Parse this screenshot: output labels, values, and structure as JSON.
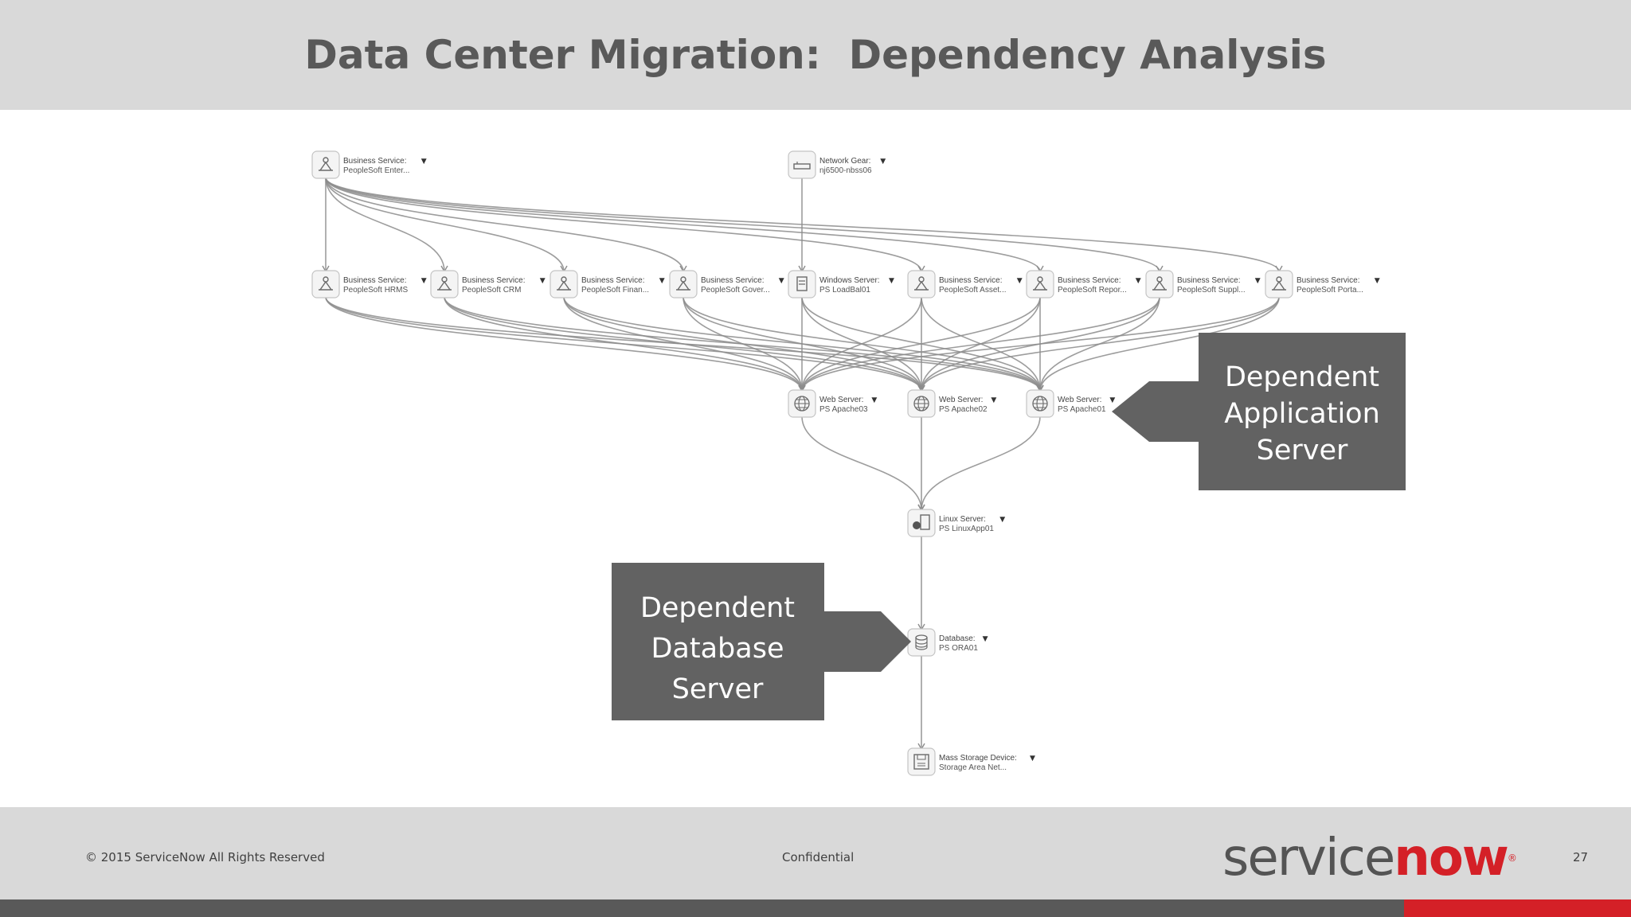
{
  "slide": {
    "title": "Data Center Migration:  Dependency Analysis",
    "page_number": "27"
  },
  "footer": {
    "copyright": "© 2015 ServiceNow All Rights Reserved",
    "confidential": "Confidential",
    "logo_part1": "service",
    "logo_part2": "now"
  },
  "colors": {
    "header_bg": "#d9d9d9",
    "title": "#595959",
    "callout_bg": "#626262",
    "brand_red": "#d42027",
    "edge": "#8c8c8c"
  },
  "nodes": [
    {
      "id": "bs-enterprise",
      "type": "business-service",
      "title": "Business Service:",
      "sub": "PeopleSoft Enter..."
    },
    {
      "id": "network-gear",
      "type": "network-gear",
      "title": "Network Gear:",
      "sub": "nj6500-nbss06"
    },
    {
      "id": "bs-hrms",
      "type": "business-service",
      "title": "Business Service:",
      "sub": "PeopleSoft HRMS"
    },
    {
      "id": "bs-crm",
      "type": "business-service",
      "title": "Business Service:",
      "sub": "PeopleSoft CRM"
    },
    {
      "id": "bs-finan",
      "type": "business-service",
      "title": "Business Service:",
      "sub": "PeopleSoft Finan..."
    },
    {
      "id": "bs-gover",
      "type": "business-service",
      "title": "Business Service:",
      "sub": "PeopleSoft Gover..."
    },
    {
      "id": "win-lb",
      "type": "windows-server",
      "title": "Windows Server:",
      "sub": "PS LoadBal01"
    },
    {
      "id": "bs-asset",
      "type": "business-service",
      "title": "Business Service:",
      "sub": "PeopleSoft Asset..."
    },
    {
      "id": "bs-repor",
      "type": "business-service",
      "title": "Business Service:",
      "sub": "PeopleSoft Repor..."
    },
    {
      "id": "bs-suppl",
      "type": "business-service",
      "title": "Business Service:",
      "sub": "PeopleSoft Suppl..."
    },
    {
      "id": "bs-porta",
      "type": "business-service",
      "title": "Business Service:",
      "sub": "PeopleSoft Porta..."
    },
    {
      "id": "web3",
      "type": "web-server",
      "title": "Web Server:",
      "sub": "PS Apache03"
    },
    {
      "id": "web2",
      "type": "web-server",
      "title": "Web Server:",
      "sub": "PS Apache02"
    },
    {
      "id": "web1",
      "type": "web-server",
      "title": "Web Server:",
      "sub": "PS Apache01"
    },
    {
      "id": "linux",
      "type": "linux-server",
      "title": "Linux Server:",
      "sub": "PS LinuxApp01"
    },
    {
      "id": "db",
      "type": "database",
      "title": "Database:",
      "sub": "PS ORA01"
    },
    {
      "id": "storage",
      "type": "mass-storage",
      "title": "Mass Storage Device:",
      "sub": "Storage Area Net..."
    }
  ],
  "edges": [
    [
      "bs-enterprise",
      "bs-hrms"
    ],
    [
      "bs-enterprise",
      "bs-crm"
    ],
    [
      "bs-enterprise",
      "bs-finan"
    ],
    [
      "bs-enterprise",
      "bs-gover"
    ],
    [
      "bs-enterprise",
      "bs-asset"
    ],
    [
      "bs-enterprise",
      "bs-repor"
    ],
    [
      "bs-enterprise",
      "bs-suppl"
    ],
    [
      "bs-enterprise",
      "bs-porta"
    ],
    [
      "network-gear",
      "win-lb"
    ],
    [
      "bs-hrms",
      "web3"
    ],
    [
      "bs-hrms",
      "web2"
    ],
    [
      "bs-hrms",
      "web1"
    ],
    [
      "bs-crm",
      "web3"
    ],
    [
      "bs-crm",
      "web2"
    ],
    [
      "bs-crm",
      "web1"
    ],
    [
      "bs-finan",
      "web3"
    ],
    [
      "bs-finan",
      "web2"
    ],
    [
      "bs-finan",
      "web1"
    ],
    [
      "bs-gover",
      "web3"
    ],
    [
      "bs-gover",
      "web2"
    ],
    [
      "bs-gover",
      "web1"
    ],
    [
      "win-lb",
      "web3"
    ],
    [
      "win-lb",
      "web2"
    ],
    [
      "win-lb",
      "web1"
    ],
    [
      "bs-asset",
      "web3"
    ],
    [
      "bs-asset",
      "web2"
    ],
    [
      "bs-asset",
      "web1"
    ],
    [
      "bs-repor",
      "web3"
    ],
    [
      "bs-repor",
      "web2"
    ],
    [
      "bs-repor",
      "web1"
    ],
    [
      "bs-suppl",
      "web3"
    ],
    [
      "bs-suppl",
      "web2"
    ],
    [
      "bs-suppl",
      "web1"
    ],
    [
      "bs-porta",
      "web3"
    ],
    [
      "bs-porta",
      "web2"
    ],
    [
      "bs-porta",
      "web1"
    ],
    [
      "web3",
      "linux"
    ],
    [
      "web2",
      "linux"
    ],
    [
      "web1",
      "linux"
    ],
    [
      "linux",
      "db"
    ],
    [
      "db",
      "storage"
    ]
  ],
  "callouts": [
    {
      "id": "app",
      "lines": [
        "Dependent",
        "Application",
        "Server"
      ],
      "target": "web1"
    },
    {
      "id": "db",
      "lines": [
        "Dependent",
        "Database",
        "Server"
      ],
      "target": "db"
    }
  ]
}
